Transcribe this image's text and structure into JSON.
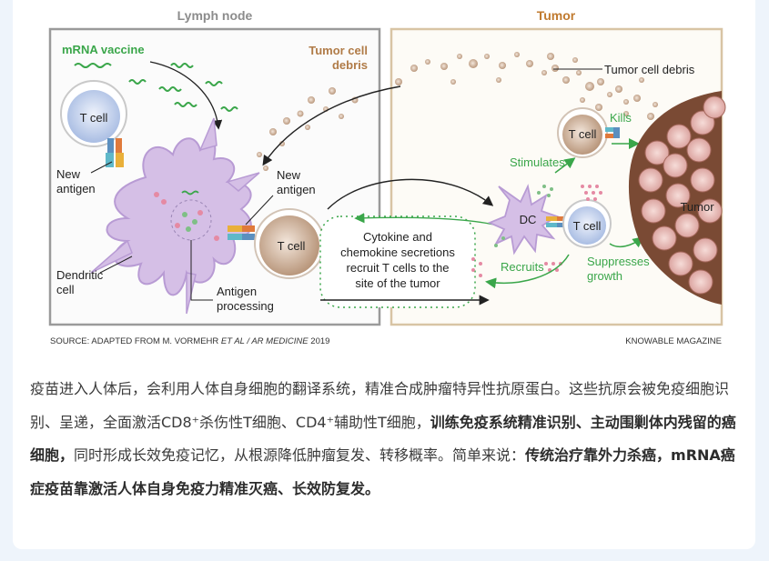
{
  "figure": {
    "lymph_title": "Lymph node",
    "tumor_title": "Tumor",
    "mrna_vaccine": "mRNA vaccine",
    "tcell": "T cell",
    "new_antigen_1": "New",
    "new_antigen_2": "antigen",
    "dendritic_1": "Dendritic",
    "dendritic_2": "cell",
    "antigen_proc_1": "Antigen",
    "antigen_proc_2": "processing",
    "debris_1": "Tumor cell",
    "debris_2": "debris",
    "tumor_cell_debris": "Tumor cell debris",
    "cytokine_1": "Cytokine and",
    "cytokine_2": "chemokine secretions",
    "cytokine_3": "recruit T cells to the",
    "cytokine_4": "site of the tumor",
    "dc": "DC",
    "stimulates": "Stimulates",
    "kills": "Kills",
    "recruits": "Recruits",
    "suppresses_1": "Suppresses",
    "suppresses_2": "growth",
    "tumor_label": "Tumor",
    "source_prefix": "SOURCE: ADAPTED FROM M. VORMEHR ",
    "source_italic": "ET AL / AR MEDICINE",
    "source_year": " 2019",
    "credit": "KNOWABLE MAGAZINE"
  },
  "paragraph": {
    "p1": "疫苗进入人体后，会利用人体自身细胞的翻译系统，精准合成肿瘤特异性抗原蛋白。这些抗原会被免疫细胞识别、呈递，全面激活CD8⁺杀伤性T细胞、CD4⁺辅助性T细胞，",
    "b1": "训练免疫系统精准识别、主动围剿体内残留的癌细胞，",
    "p2": "同时形成长效免疫记忆，从根源降低肿瘤复发、转移概率。简单来说：",
    "b2": "传统治疗靠外力杀癌，mRNA癌症疫苗靠激活人体自身免疫力精准灭癌、长效防复发。"
  },
  "colors": {
    "lymph_border": "#9a9a9a",
    "tumor_border": "#d8c4a4",
    "tumor_title": "#c07a2f",
    "green": "#3aa64a",
    "dendritic": "#d5bfe6",
    "tcell_blue": "#c9d6ee",
    "debris": "#b8977c"
  }
}
